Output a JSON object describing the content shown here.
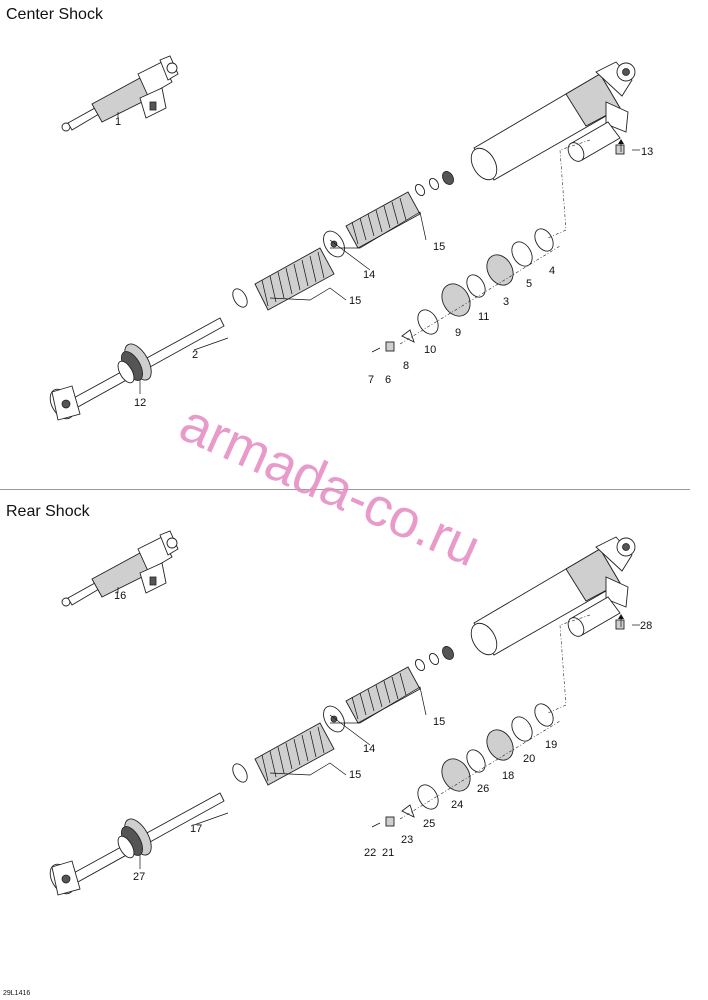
{
  "sections": [
    {
      "title": "Center Shock",
      "labels": [
        "1",
        "2",
        "3",
        "4",
        "5",
        "6",
        "7",
        "8",
        "9",
        "10",
        "11",
        "12",
        "13",
        "14",
        "15",
        "15"
      ]
    },
    {
      "title": "Rear Shock",
      "labels": [
        "16",
        "17",
        "18",
        "19",
        "20",
        "21",
        "22",
        "23",
        "24",
        "25",
        "26",
        "27",
        "28",
        "14",
        "15",
        "15"
      ]
    }
  ],
  "watermark": "armada-co.ru",
  "drawing_code": "29L1416"
}
